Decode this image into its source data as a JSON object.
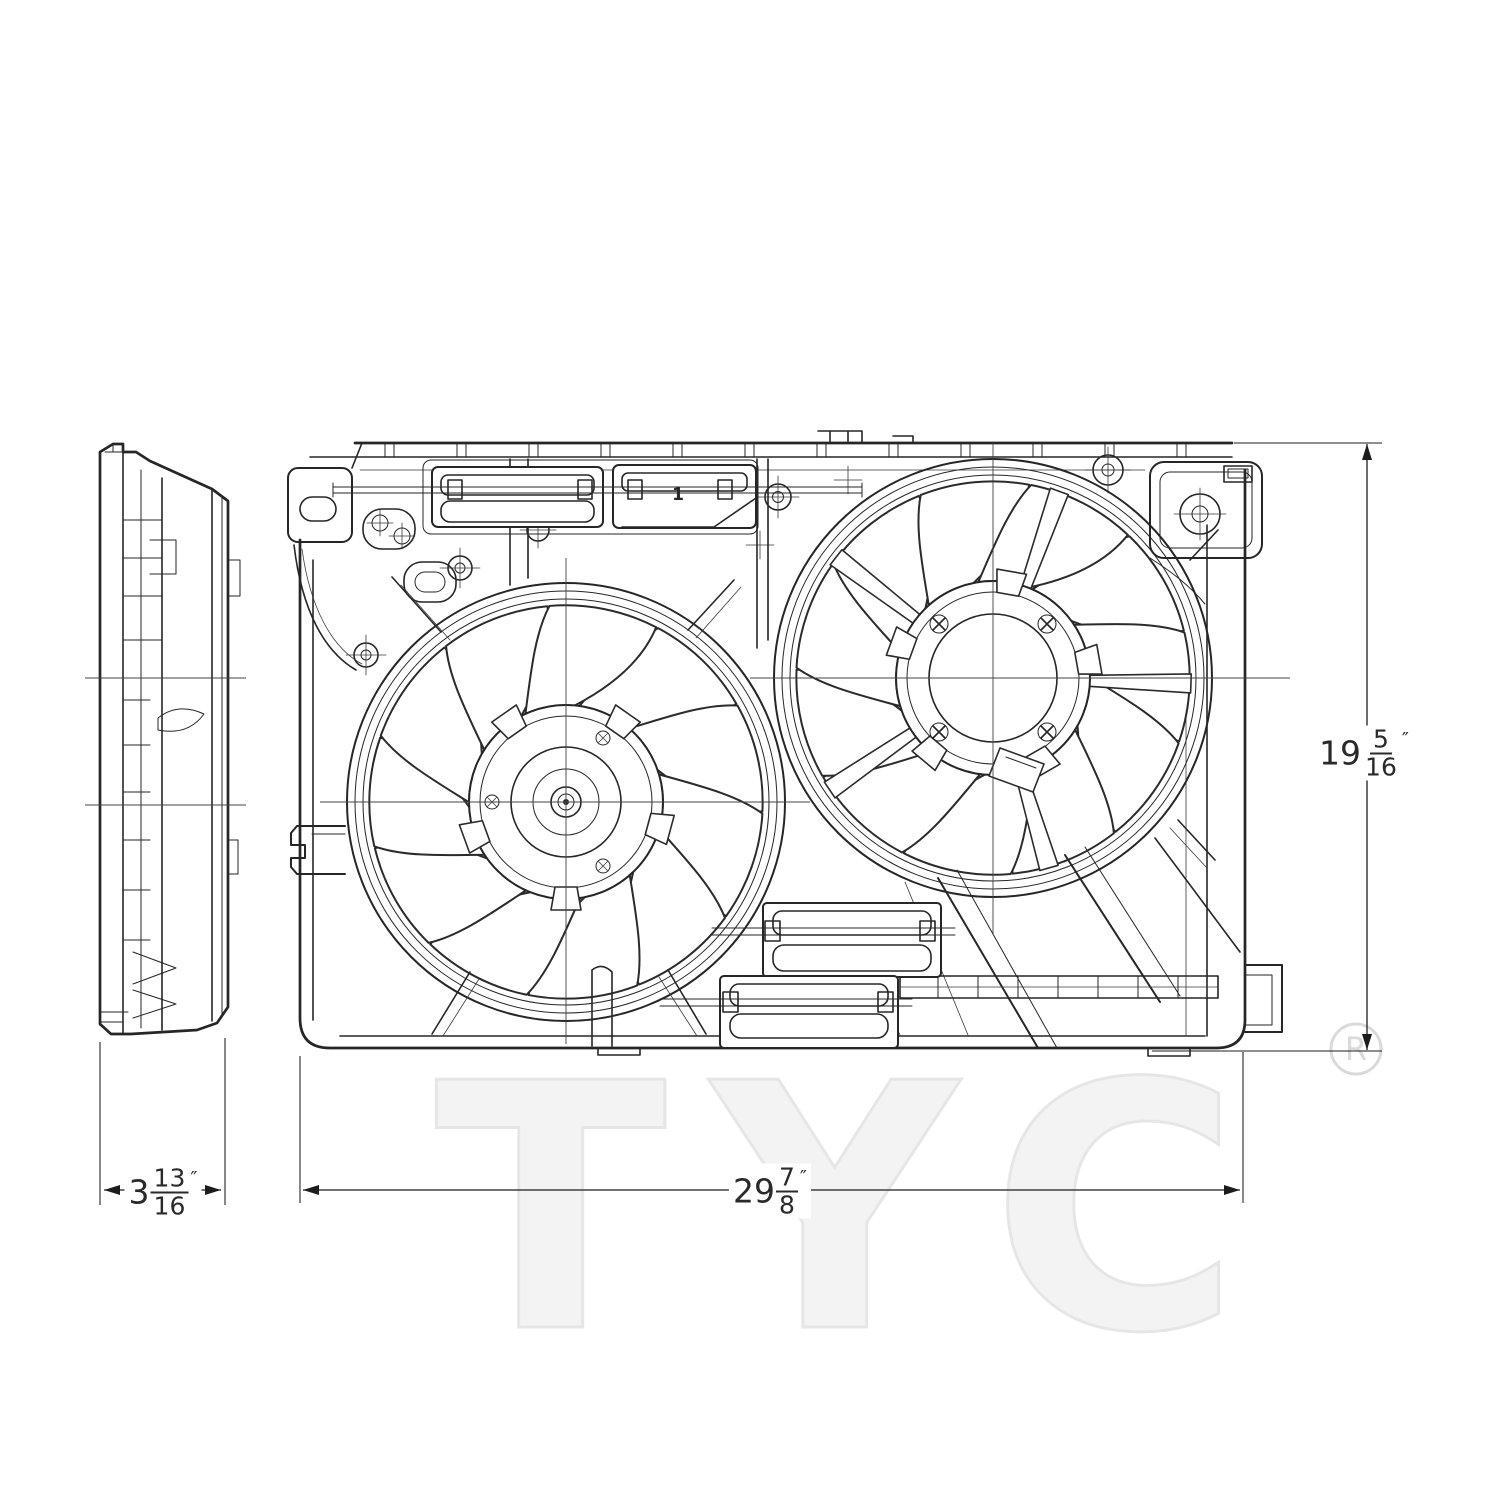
{
  "watermark": {
    "text": "TYC",
    "registered_letter": "R"
  },
  "views": {
    "front": {
      "part_label": "1"
    }
  },
  "dimensions": {
    "height": {
      "whole": "19",
      "num": "5",
      "den": "16",
      "unit": "″"
    },
    "width": {
      "whole": "29",
      "num": "7",
      "den": "8",
      "unit": "″"
    },
    "depth": {
      "whole": "3",
      "num": "13",
      "den": "16",
      "unit": "″"
    }
  }
}
